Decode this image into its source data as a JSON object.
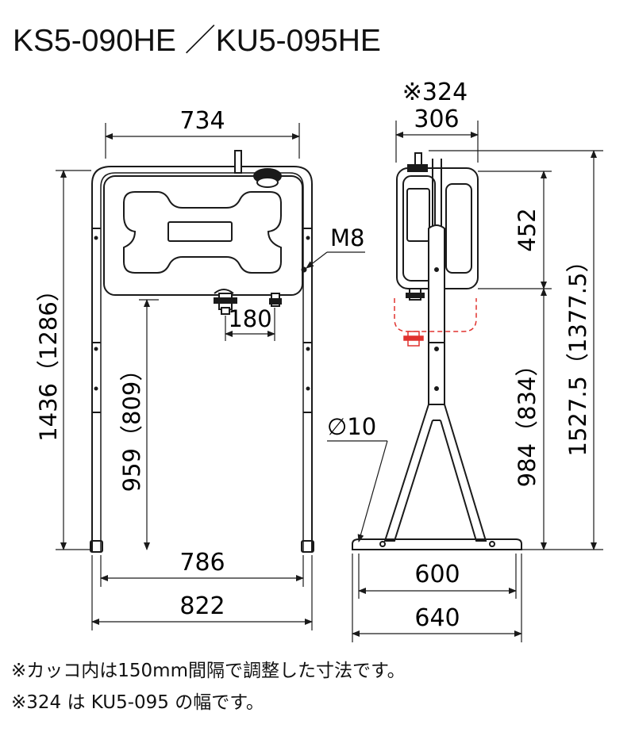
{
  "title": "KS5-090HE ／KU5-095HE",
  "colors": {
    "line": "#1a1a1a",
    "option": "#e0322e"
  },
  "dimensions": {
    "front_width_top": "734",
    "front_total_height": "1436（1286）",
    "front_outlet_height": "959（809）",
    "front_hole": "M8",
    "front_outlet_spacing": "180",
    "front_leg_inner": "786",
    "front_leg_outer": "822",
    "side_width_alt": "※324",
    "side_width": "306",
    "side_tank_height": "452",
    "side_total_height": "1527.5（1377.5）",
    "side_outlet_height": "984（834）",
    "side_pipe_diameter": "∅10",
    "side_base_inner": "600",
    "side_base_outer": "640"
  },
  "notes": [
    "※カッコ内は150mm間隔で調整した寸法です。",
    "※324 は KU5-095 の幅です。"
  ]
}
